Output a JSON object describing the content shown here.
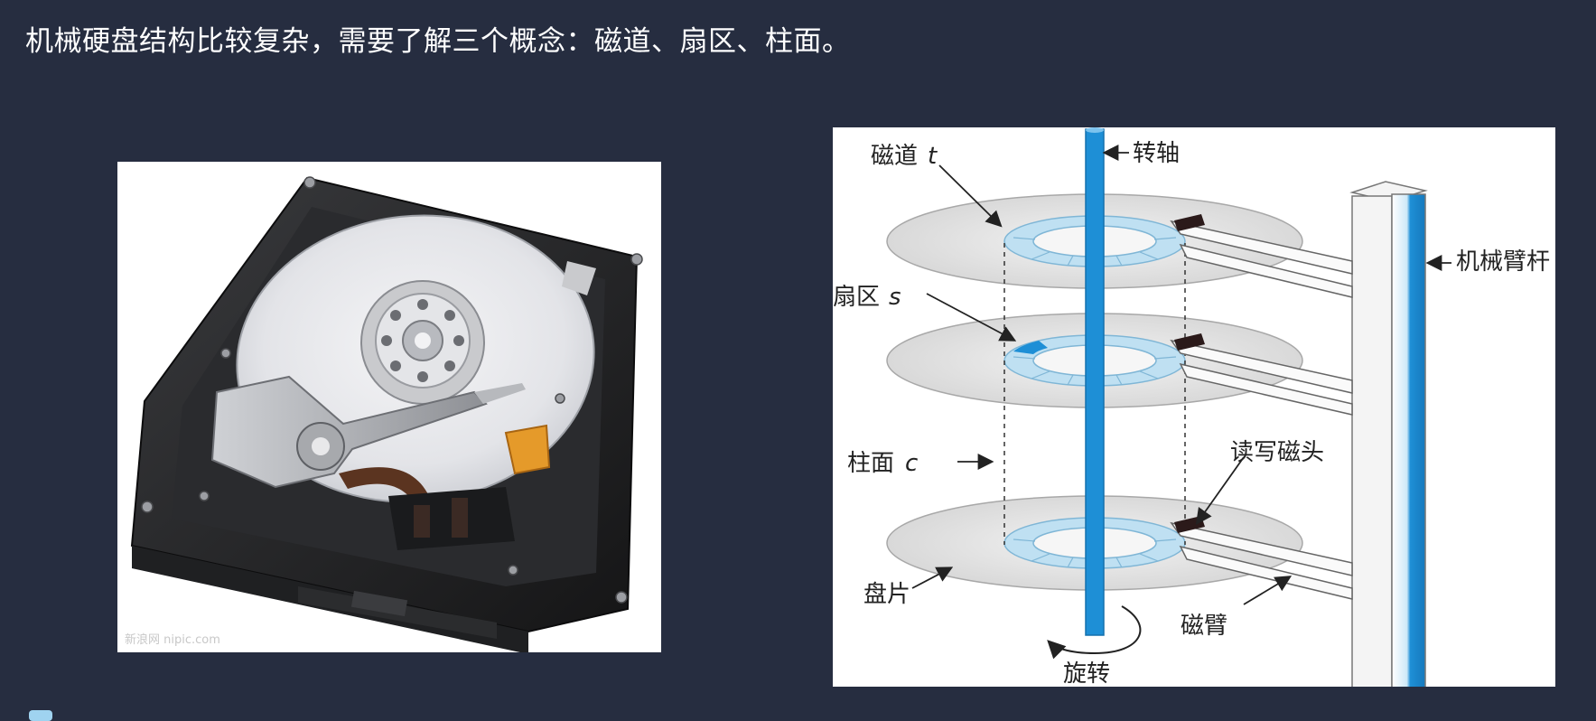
{
  "heading": "机械硬盘结构比较复杂，需要了解三个概念：磁道、扇区、柱面。",
  "photo": {
    "watermark": "新浪网 nipic.com"
  },
  "diagram": {
    "labels": {
      "track": "磁道",
      "track_var": "t",
      "spindle": "转轴",
      "sector": "扇区",
      "sector_var": "s",
      "arm_rod": "机械臂杆",
      "cylinder": "柱面",
      "cylinder_var": "c",
      "head": "读写磁头",
      "platter": "盘片",
      "arm": "磁臂",
      "rotation": "旋转"
    },
    "colors": {
      "spindle": "#1e8fd6",
      "track": "#bfe0f2",
      "highlight": "#1e8fd6"
    }
  }
}
